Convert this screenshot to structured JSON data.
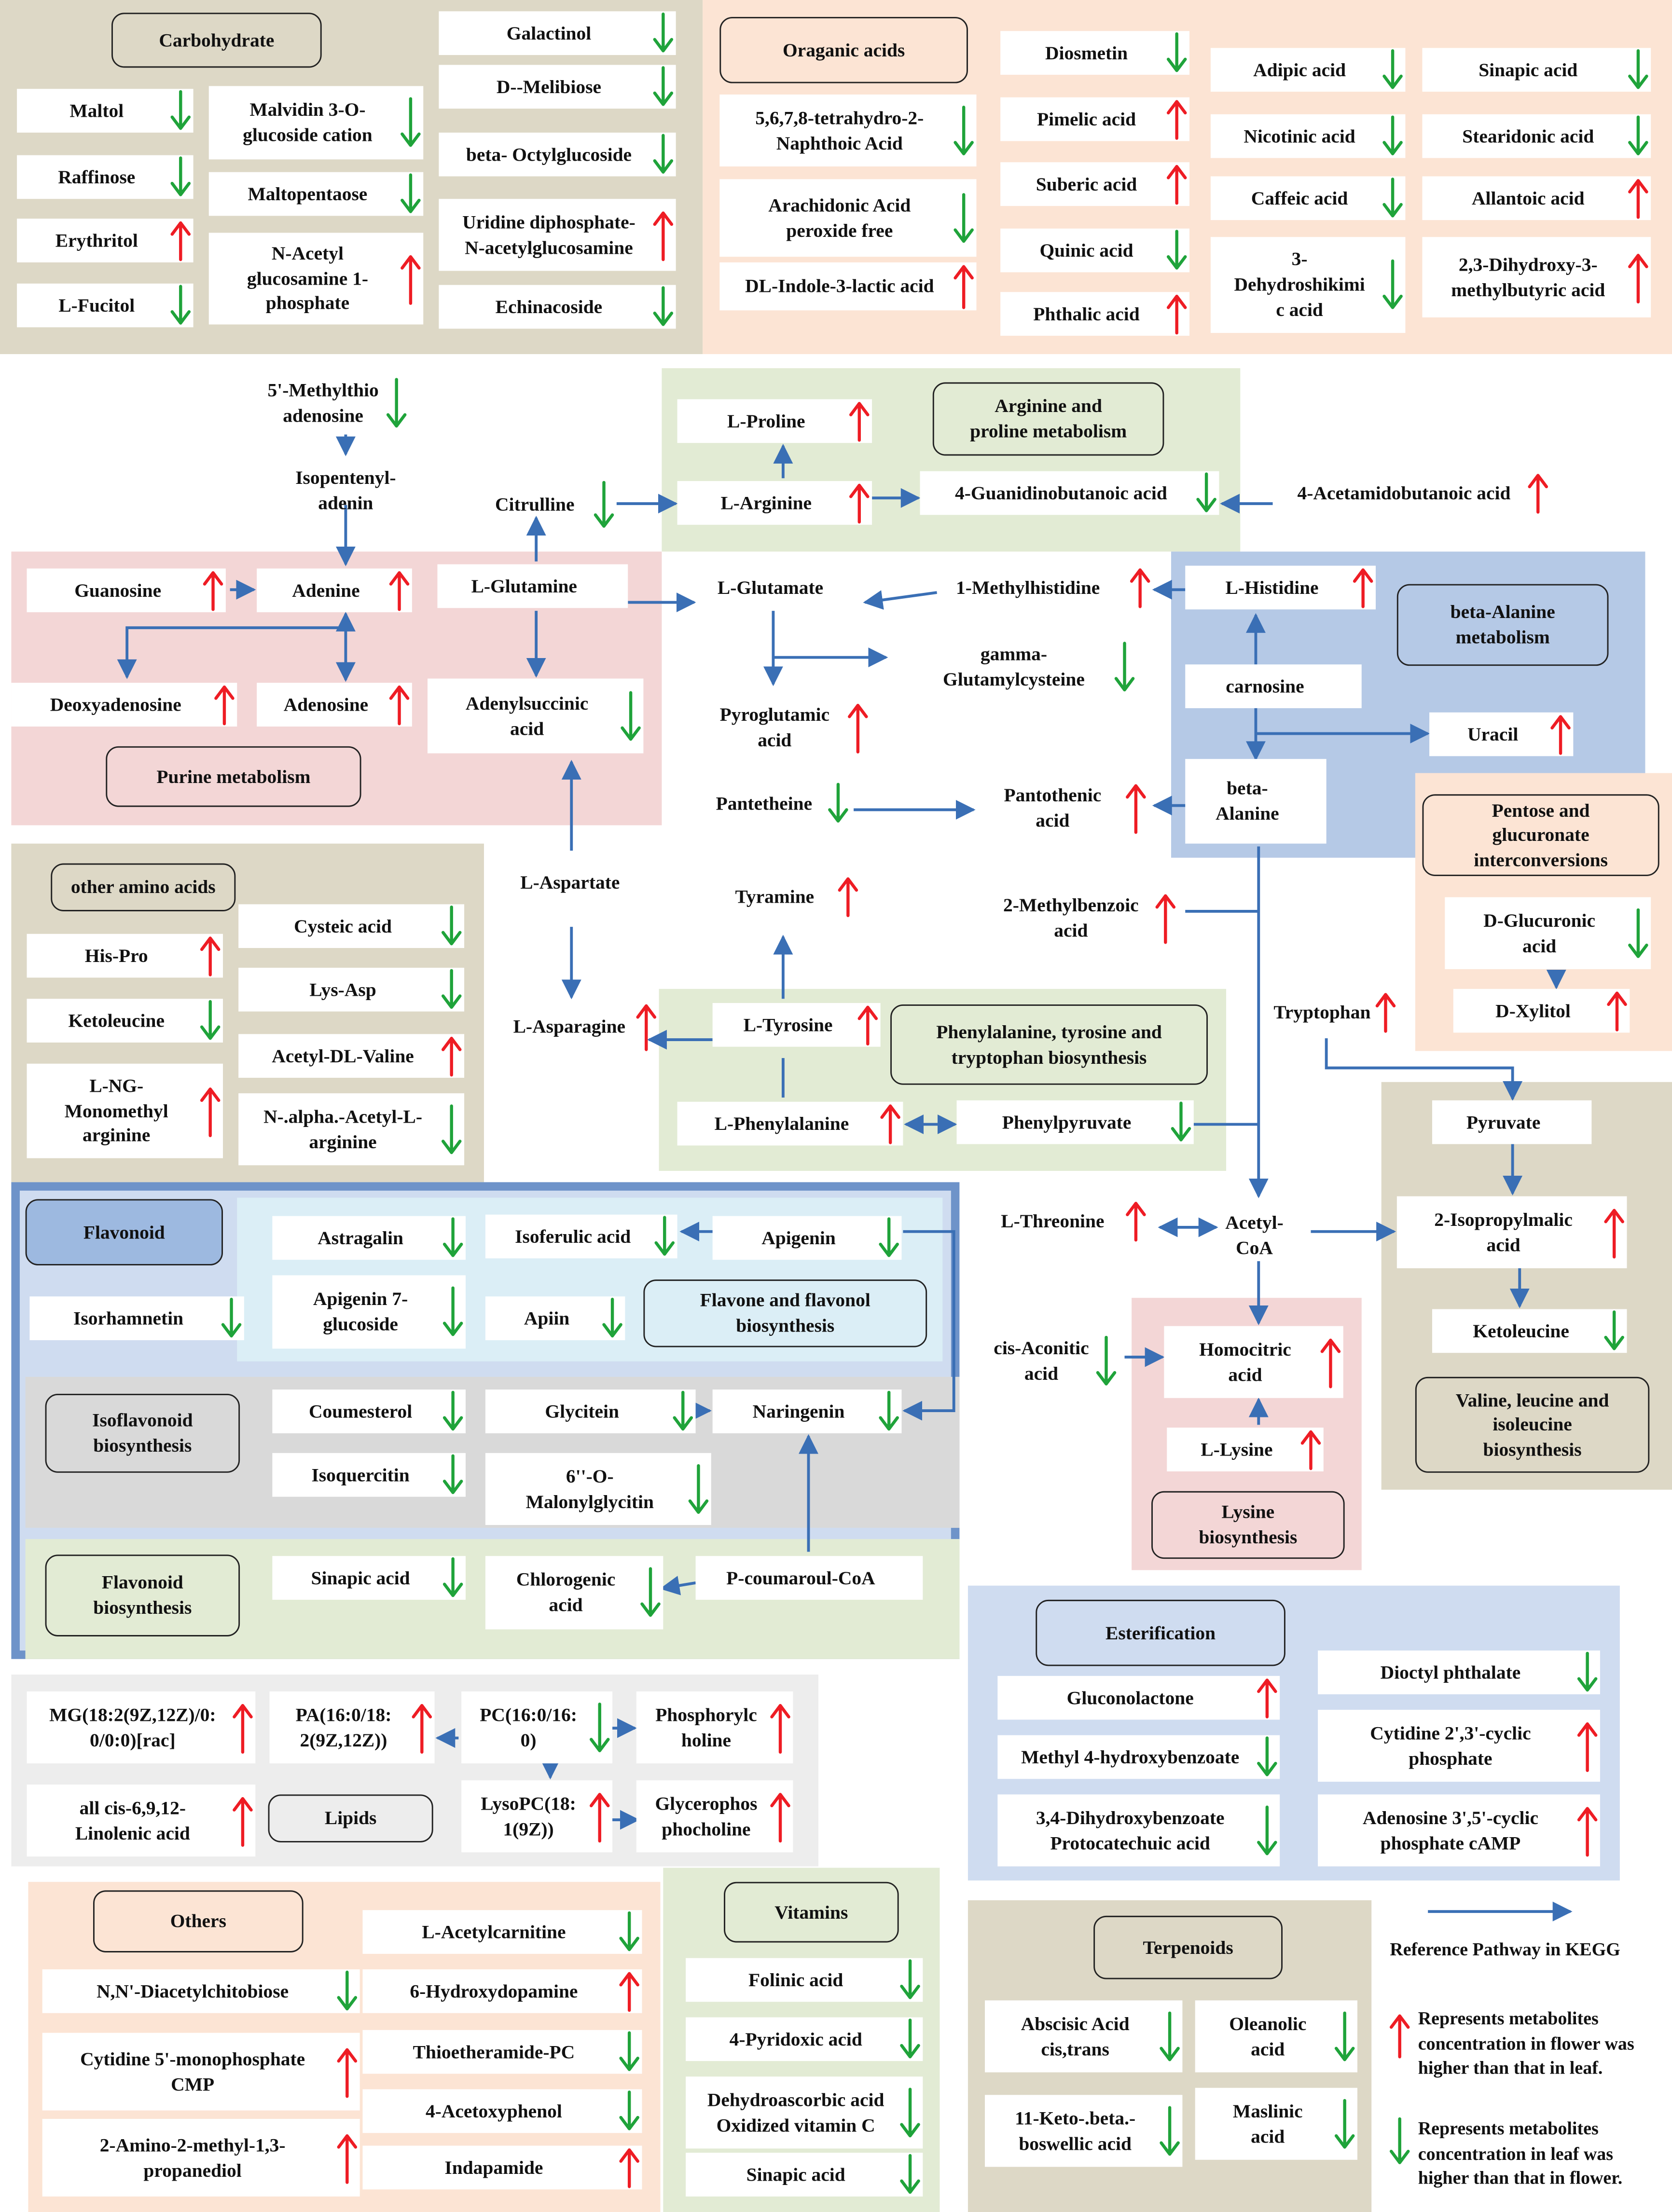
{
  "colors": {
    "up": "#ee1c24",
    "down": "#1fa33a",
    "flow": "#3a6fb5"
  },
  "arrow_icons": {
    "up": "up-arrow-icon",
    "down": "down-arrow-icon"
  },
  "groups": [
    {
      "id": "carbohydrate",
      "title": "Carbohydrate",
      "fill": "#ddd8c6",
      "items": [
        {
          "label": "Maltol",
          "dir": "down"
        },
        {
          "label": "Raffinose",
          "dir": "down"
        },
        {
          "label": "Erythritol",
          "dir": "up"
        },
        {
          "label": "L-Fucitol",
          "dir": "down"
        },
        {
          "label": "Malvidin 3-O-\nglucoside cation",
          "dir": "down"
        },
        {
          "label": "Maltopentaose",
          "dir": "down"
        },
        {
          "label": "N-Acetyl\nglucosamine 1-\nphosphate",
          "dir": "up"
        },
        {
          "label": "Galactinol",
          "dir": "down"
        },
        {
          "label": "D--Melibiose",
          "dir": "down"
        },
        {
          "label": "beta- Octylglucoside",
          "dir": "down"
        },
        {
          "label": "Uridine diphosphate-\nN-acetylglucosamine",
          "dir": "up"
        },
        {
          "label": "Echinacoside",
          "dir": "down"
        }
      ]
    },
    {
      "id": "organic-acids",
      "title": "Oraganic acids",
      "fill": "#fce4d4",
      "items": [
        {
          "label": "5,6,7,8-tetrahydro-2-\nNaphthoic Acid",
          "dir": "down"
        },
        {
          "label": "Arachidonic Acid\nperoxide free",
          "dir": "down"
        },
        {
          "label": "DL-Indole-3-lactic acid",
          "dir": "up"
        },
        {
          "label": "Diosmetin",
          "dir": "down"
        },
        {
          "label": "Pimelic acid",
          "dir": "up"
        },
        {
          "label": "Suberic acid",
          "dir": "up"
        },
        {
          "label": "Quinic acid",
          "dir": "down"
        },
        {
          "label": "Phthalic acid",
          "dir": "up"
        },
        {
          "label": "Adipic acid",
          "dir": "down"
        },
        {
          "label": "Nicotinic acid",
          "dir": "down"
        },
        {
          "label": "Caffeic acid",
          "dir": "down"
        },
        {
          "label": "3-\nDehydroshikimi\nc acid",
          "dir": "down"
        },
        {
          "label": "Sinapic acid",
          "dir": "down"
        },
        {
          "label": "Stearidonic acid",
          "dir": "down"
        },
        {
          "label": "Allantoic acid",
          "dir": "up"
        },
        {
          "label": "2,3-Dihydroxy-3-\nmethylbutyric acid",
          "dir": "up"
        }
      ]
    },
    {
      "id": "other-amino-acids",
      "title": "other amino acids",
      "fill": "#ddd8c6",
      "items": [
        {
          "label": "His-Pro",
          "dir": "up"
        },
        {
          "label": "Ketoleucine",
          "dir": "down"
        },
        {
          "label": "L-NG-\nMonomethyl\narginine",
          "dir": "up"
        },
        {
          "label": "Cysteic acid",
          "dir": "down"
        },
        {
          "label": "Lys-Asp",
          "dir": "down"
        },
        {
          "label": "Acetyl-DL-Valine",
          "dir": "up"
        },
        {
          "label": "N-.alpha.-Acetyl-L-\narginine",
          "dir": "down"
        }
      ]
    },
    {
      "id": "lipids",
      "title": "Lipids",
      "fill": "#ededed",
      "items": [
        {
          "label": "MG(18:2(9Z,12Z)/0:\n0/0:0)[rac]",
          "dir": "up"
        },
        {
          "label": "all cis-6,9,12-\nLinolenic acid",
          "dir": "up"
        },
        {
          "label": "PA(16:0/18:\n2(9Z,12Z))",
          "dir": "up"
        },
        {
          "label": "PC(16:0/16:\n0)",
          "dir": "down"
        },
        {
          "label": "LysoPC(18:\n1(9Z))",
          "dir": "up"
        },
        {
          "label": "Phosphorylc\nholine",
          "dir": "up"
        },
        {
          "label": "Glycerophos\nphocholine",
          "dir": "up"
        }
      ]
    },
    {
      "id": "others",
      "title": "Others",
      "fill": "#fce4d4",
      "items": [
        {
          "label": "N,N'-Diacetylchitobiose",
          "dir": "down"
        },
        {
          "label": "Cytidine 5'-monophosphate\nCMP",
          "dir": "up"
        },
        {
          "label": "2-Amino-2-methyl-1,3-\npropanediol",
          "dir": "up"
        },
        {
          "label": "L-Acetylcarnitine",
          "dir": "down"
        },
        {
          "label": "6-Hydroxydopamine",
          "dir": "up"
        },
        {
          "label": "Thioetheramide-PC",
          "dir": "down"
        },
        {
          "label": "4-Acetoxyphenol",
          "dir": "down"
        },
        {
          "label": "Indapamide",
          "dir": "up"
        }
      ]
    },
    {
      "id": "vitamins",
      "title": "Vitamins",
      "fill": "#e2ebd4",
      "items": [
        {
          "label": "Folinic acid",
          "dir": "down"
        },
        {
          "label": "4-Pyridoxic acid",
          "dir": "down"
        },
        {
          "label": "Dehydroascorbic acid\nOxidized vitamin C",
          "dir": "down"
        },
        {
          "label": "Sinapic acid",
          "dir": "down"
        }
      ]
    },
    {
      "id": "esterification",
      "title": "Esterification",
      "fill": "#cfdcf0",
      "items": [
        {
          "label": "Gluconolactone",
          "dir": "up"
        },
        {
          "label": "Methyl 4-hydroxybenzoate",
          "dir": "down"
        },
        {
          "label": "3,4-Dihydroxybenzoate\nProtocatechuic acid",
          "dir": "down"
        },
        {
          "label": "Dioctyl phthalate",
          "dir": "down"
        },
        {
          "label": "Cytidine 2',3'-cyclic\nphosphate",
          "dir": "up"
        },
        {
          "label": "Adenosine 3',5'-cyclic\nphosphate cAMP",
          "dir": "up"
        }
      ]
    },
    {
      "id": "terpenoids",
      "title": "Terpenoids",
      "fill": "#ddd8c6",
      "items": [
        {
          "label": "Abscisic Acid\ncis,trans",
          "dir": "down"
        },
        {
          "label": "11-Keto-.beta.-\nboswellic acid",
          "dir": "down"
        },
        {
          "label": "Oleanolic\nacid",
          "dir": "down"
        },
        {
          "label": "Maslinic\nacid",
          "dir": "down"
        }
      ]
    },
    {
      "id": "purine",
      "title": "Purine metabolism",
      "fill": "#f3d6d6",
      "items": [
        {
          "label": "Guanosine",
          "dir": "up"
        },
        {
          "label": "Adenine",
          "dir": "up"
        },
        {
          "label": "L-Glutamine",
          "dir": ""
        },
        {
          "label": "Deoxyadenosine",
          "dir": "up"
        },
        {
          "label": "Adenosine",
          "dir": "up"
        },
        {
          "label": "Adenylsuccinic\nacid",
          "dir": "down"
        }
      ]
    },
    {
      "id": "arginine",
      "title": "Arginine and\nproline metabolism",
      "fill": "#e2ebd4",
      "items": [
        {
          "label": "L-Proline",
          "dir": "up"
        },
        {
          "label": "L-Arginine",
          "dir": "up"
        },
        {
          "label": "4-Guanidinobutanoic acid",
          "dir": "down"
        }
      ]
    },
    {
      "id": "beta-alanine",
      "title": "beta-Alanine\nmetabolism",
      "fill": "#b5c9e6",
      "items": [
        {
          "label": "L-Histidine",
          "dir": "up"
        },
        {
          "label": "carnosine",
          "dir": ""
        },
        {
          "label": "Uracil",
          "dir": "up"
        },
        {
          "label": "beta-\nAlanine",
          "dir": ""
        }
      ]
    },
    {
      "id": "pentose",
      "title": "Pentose and\nglucuronate\ninterconversions",
      "fill": "#fce4d4",
      "items": [
        {
          "label": "D-Glucuronic\nacid",
          "dir": "down"
        },
        {
          "label": "D-Xylitol",
          "dir": "up"
        }
      ]
    },
    {
      "id": "phe-tyr-trp",
      "title": "Phenylalanine, tyrosine and\ntryptophan biosynthesis",
      "fill": "#e2ebd4",
      "items": [
        {
          "label": "L-Tyrosine",
          "dir": "up"
        },
        {
          "label": "L-Phenylalanine",
          "dir": "up"
        },
        {
          "label": "Phenylpyruvate",
          "dir": "down"
        }
      ]
    },
    {
      "id": "valine",
      "title": "Valine, leucine and\nisoleucine\nbiosynthesis",
      "fill": "#ddd8c6",
      "items": [
        {
          "label": "Pyruvate",
          "dir": ""
        },
        {
          "label": "2-Isopropylmalic\nacid",
          "dir": "up"
        },
        {
          "label": "Ketoleucine",
          "dir": "down"
        }
      ]
    },
    {
      "id": "lysine",
      "title": "Lysine\nbiosynthesis",
      "fill": "#f3d6d6",
      "items": [
        {
          "label": "Homocitric\nacid",
          "dir": "up"
        },
        {
          "label": "L-Lysine",
          "dir": "up"
        }
      ]
    },
    {
      "id": "flavonoid-header",
      "title": "Flavonoid",
      "fill": "#9db9e0",
      "items": []
    },
    {
      "id": "flavone",
      "title": "Flavone and flavonol\nbiosynthesis",
      "fill": "#dbeef6",
      "items": [
        {
          "label": "Astragalin",
          "dir": "down"
        },
        {
          "label": "Isoferulic acid",
          "dir": "down"
        },
        {
          "label": "Apigenin",
          "dir": "down"
        },
        {
          "label": "Isorhamnetin",
          "dir": "down"
        },
        {
          "label": "Apigenin 7-\nglucoside",
          "dir": "down"
        },
        {
          "label": "Apiin",
          "dir": "down"
        }
      ]
    },
    {
      "id": "isoflavonoid",
      "title": "Isoflavonoid\nbiosynthesis",
      "fill": "#d9d9d9",
      "items": [
        {
          "label": "Coumesterol",
          "dir": "down"
        },
        {
          "label": "Glycitein",
          "dir": "down"
        },
        {
          "label": "Naringenin",
          "dir": "down"
        },
        {
          "label": "Isoquercitin",
          "dir": "down"
        },
        {
          "label": "6''-O-\nMalonylglycitin",
          "dir": "down"
        }
      ]
    },
    {
      "id": "flavonoid-biosynthesis",
      "title": "Flavonoid\nbiosynthesis",
      "fill": "#e2ebd4",
      "items": [
        {
          "label": "Sinapic acid",
          "dir": "down"
        },
        {
          "label": "Chlorogenic\nacid",
          "dir": "down"
        },
        {
          "label": "P-coumaroul-CoA",
          "dir": ""
        }
      ]
    }
  ],
  "free_nodes": [
    {
      "label": "5'-Methylthio\nadenosine",
      "dir": "down"
    },
    {
      "label": "Isopentenyl-\nadenin",
      "dir": ""
    },
    {
      "label": "Citrulline",
      "dir": "down"
    },
    {
      "label": "4-Acetamidobutanoic acid",
      "dir": "up"
    },
    {
      "label": "L-Glutamate",
      "dir": ""
    },
    {
      "label": "1-Methylhistidine",
      "dir": "up"
    },
    {
      "label": "gamma-\nGlutamylcysteine",
      "dir": "down"
    },
    {
      "label": "Pyroglutamic\nacid",
      "dir": "up"
    },
    {
      "label": "Pantetheine",
      "dir": "down"
    },
    {
      "label": "Pantothenic\nacid",
      "dir": "up"
    },
    {
      "label": "L-Aspartate",
      "dir": ""
    },
    {
      "label": "Tyramine",
      "dir": "up"
    },
    {
      "label": "2-Methylbenzoic\nacid",
      "dir": "up"
    },
    {
      "label": "L-Asparagine",
      "dir": "up"
    },
    {
      "label": "Tryptophan",
      "dir": "up"
    },
    {
      "label": "L-Threonine",
      "dir": "up"
    },
    {
      "label": "Acetyl-\nCoA",
      "dir": ""
    },
    {
      "label": "cis-Aconitic\nacid",
      "dir": "down"
    }
  ],
  "legend": {
    "pathway": "Reference Pathway in KEGG",
    "up": "Represents metabolites\nconcentration in flower was\nhigher than that in leaf.",
    "down": "Represents metabolites\nconcentration in leaf was\nhigher than that in flower."
  }
}
